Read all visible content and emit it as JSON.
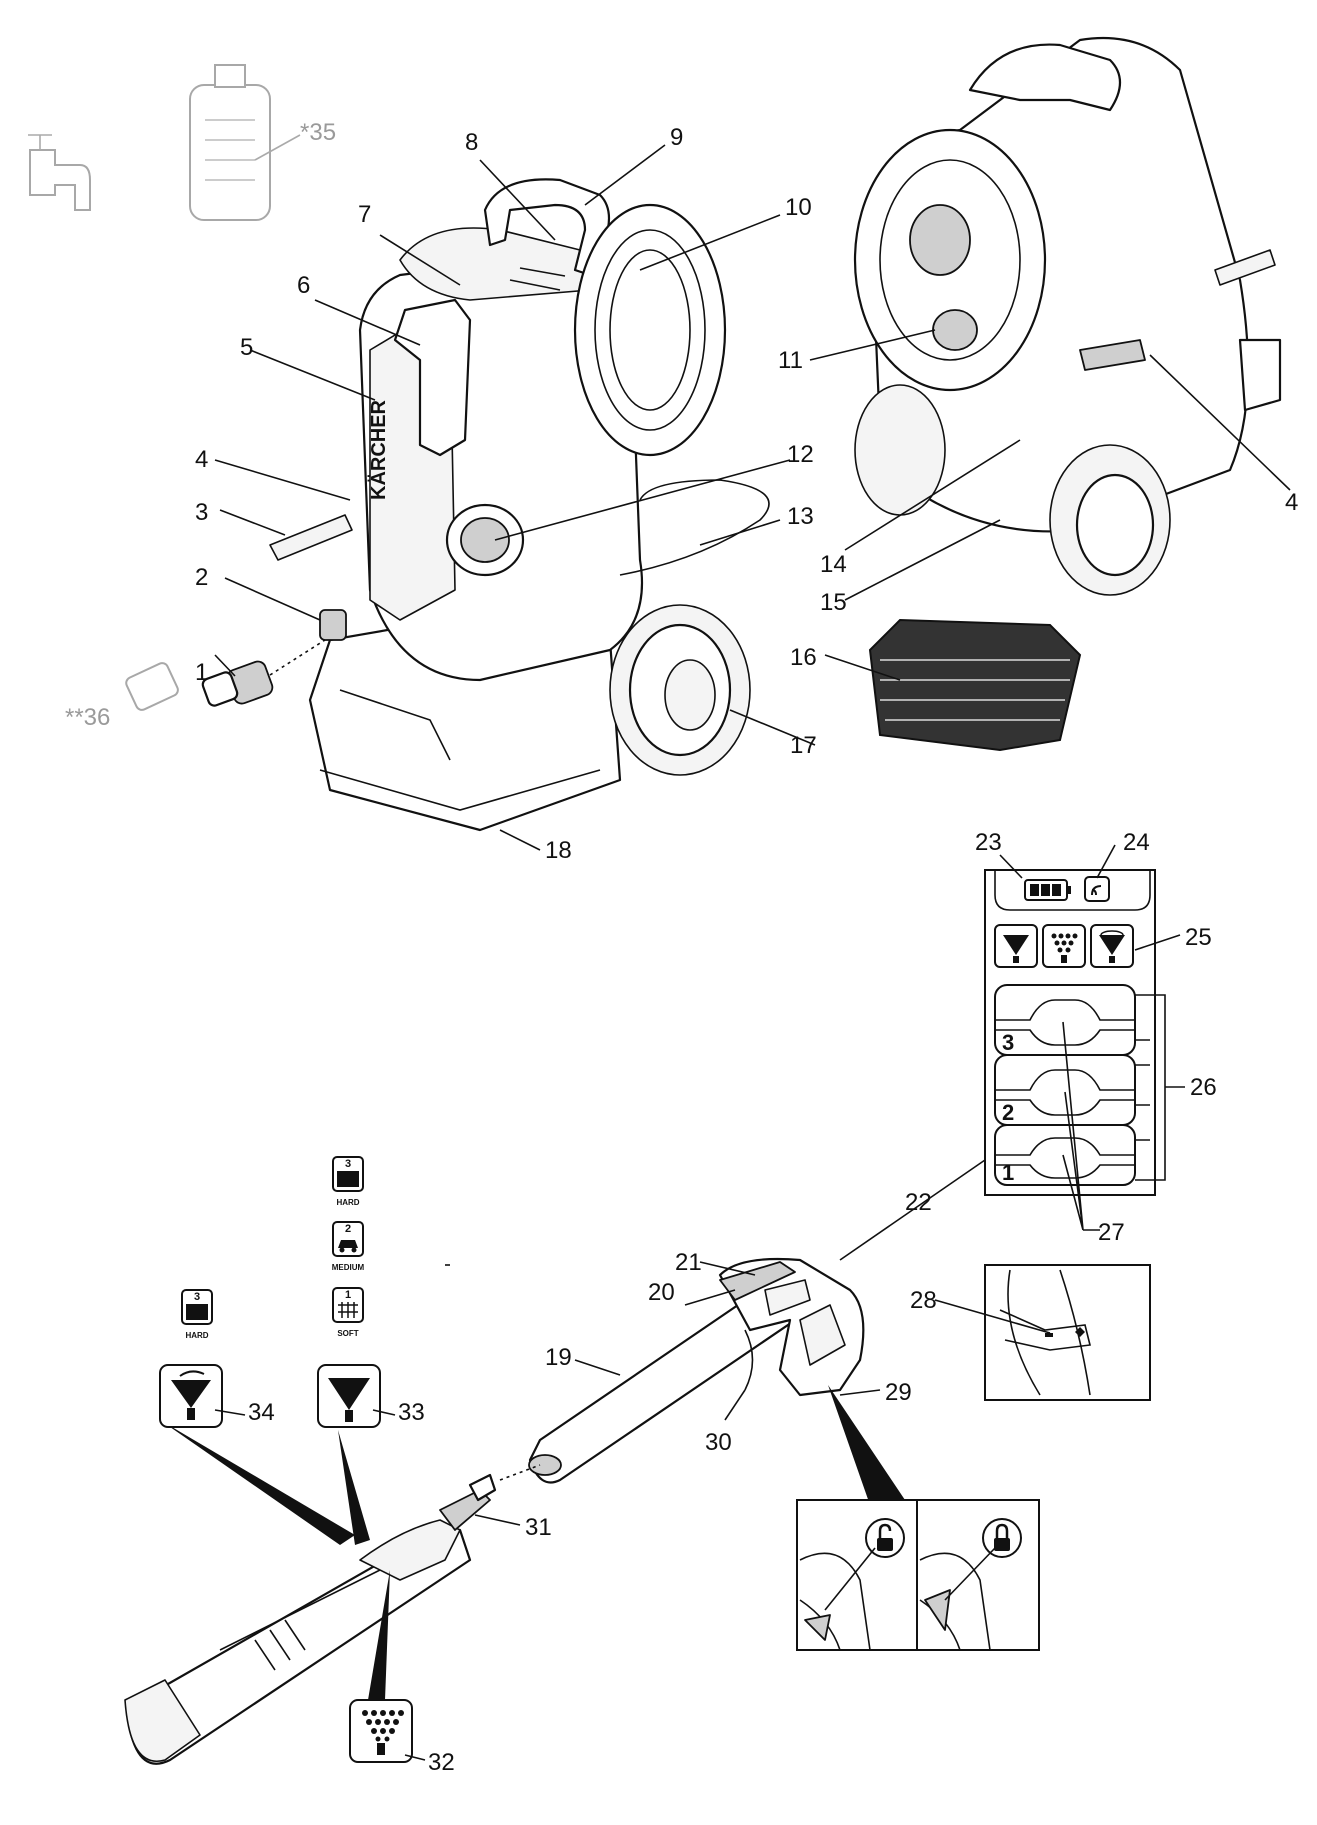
{
  "figure": {
    "callouts": {
      "c1": "1",
      "c2": "2",
      "c3": "3",
      "c4a": "4",
      "c4b": "4",
      "c5": "5",
      "c6": "6",
      "c7": "7",
      "c8": "8",
      "c9": "9",
      "c10": "10",
      "c11": "11",
      "c12": "12",
      "c13": "13",
      "c14": "14",
      "c15": "15",
      "c16": "16",
      "c17": "17",
      "c18": "18",
      "c19": "19",
      "c20": "20",
      "c21": "21",
      "c22": "22",
      "c23": "23",
      "c24": "24",
      "c25": "25",
      "c26": "26",
      "c27": "27",
      "c28": "28",
      "c29": "29",
      "c30": "30",
      "c31": "31",
      "c32": "32",
      "c33": "33",
      "c34": "34",
      "c35": "*35",
      "c36": "**36"
    },
    "brand_label": "KÄRCHER",
    "panel_levels": [
      "3",
      "2",
      "1"
    ],
    "nozzle_levels": {
      "hard": {
        "number": "3",
        "label": "HARD"
      },
      "medium": {
        "number": "2",
        "label": "MEDIUM"
      },
      "soft": {
        "number": "1",
        "label": "SOFT"
      },
      "hard34": {
        "number": "3",
        "label": "HARD"
      }
    }
  }
}
